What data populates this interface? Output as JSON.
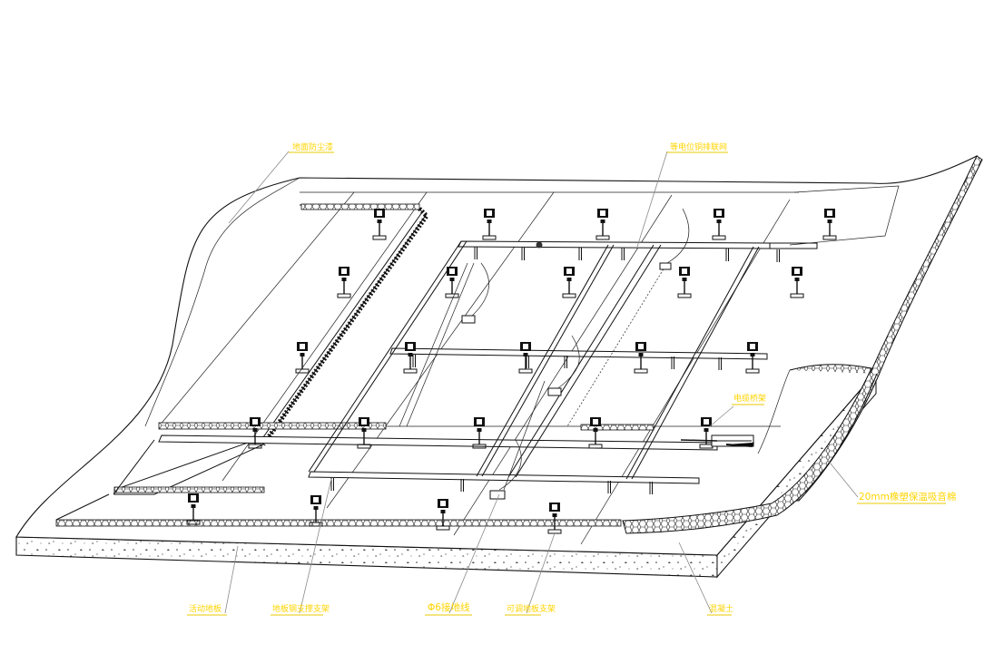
{
  "labels": {
    "top_left": "地面防尘漆",
    "top_mid": "等电位铜排联网",
    "right_mid": "电缆桥架",
    "right_bottom": "20mm橡塑保温吸音棉",
    "bottom_1": "活动地板",
    "bottom_2": "地板钢支撑支架",
    "bottom_3": "Φ6接地线",
    "bottom_4": "可调地板支架",
    "bottom_5": "混凝土"
  },
  "colors": {
    "label": "#ffd400",
    "leader": "#8a8a8a",
    "line": "#111111"
  }
}
